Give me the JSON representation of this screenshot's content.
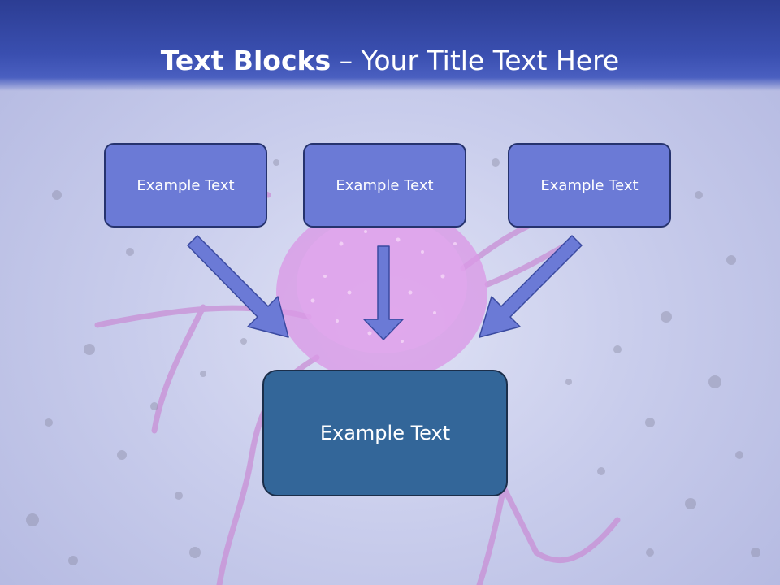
{
  "title": {
    "bold": "Text Blocks",
    "dash": " – ",
    "rest": "Your Title Text Here"
  },
  "blocks": {
    "left": "Example Text",
    "center": "Example Text",
    "right": "Example Text",
    "bottom": "Example Text"
  },
  "colors": {
    "title_bar": "#3347a8",
    "small_box_fill": "#6b7ad6",
    "small_box_border": "#26336e",
    "bottom_box_fill": "#336699",
    "arrow_fill": "#6b7ad6"
  }
}
